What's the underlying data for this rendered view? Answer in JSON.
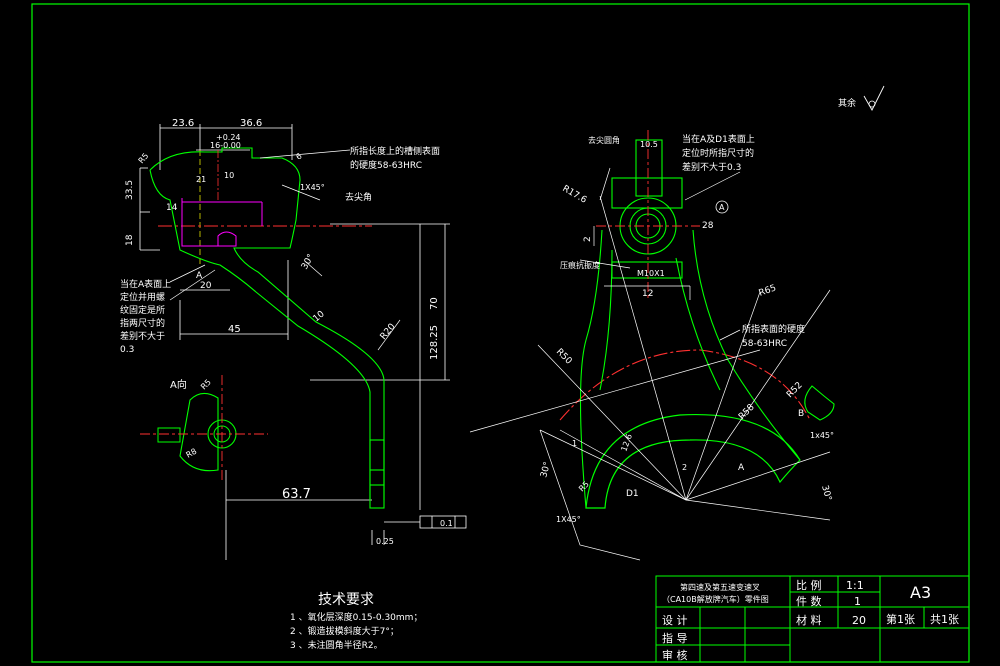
{
  "title_block": {
    "part_title_line1": "第四速及第五速变速叉",
    "part_title_line2": "（CA10B解放牌汽车）零件图",
    "ratio_label": "比 例",
    "ratio_value": "1:1",
    "count_label": "件 数",
    "count_value": "1",
    "material_label": "材 料",
    "material_value": "20",
    "sheet_size": "A3",
    "sheet_no": "第1张",
    "sheet_total": "共1张",
    "design_label": "设 计",
    "guide_label": "指 导",
    "review_label": "审 核"
  },
  "tech_requirements": {
    "heading": "技术要求",
    "items": [
      "1 、氧化层深度0.15-0.30mm；",
      "2 、锻造拔模斜度大于7°；",
      "3 、未注圆角半径R2。"
    ]
  },
  "surface_note": "其余",
  "left_view": {
    "dims": {
      "d236": "23.6",
      "d366": "36.6",
      "tol_upper": "+0.24",
      "tol_base": "16-0.00",
      "d10": "10",
      "d21": "21",
      "d335": "33.5",
      "d18": "18",
      "d20": "20",
      "d45": "45",
      "d70": "70",
      "d12825": "128.25",
      "d637": "63.7",
      "d14": "14",
      "r20": "R20",
      "r5": "R5",
      "d10b": "10",
      "d6": "6",
      "a_mark": "A",
      "d025": "0.25",
      "a30": "30°",
      "flat_tol": "0.1"
    },
    "notes": {
      "hardness": "所指长度上的槽侧表面",
      "hardness2": "的硬度58-63HRC",
      "chamfer": "1X45°",
      "chamfer2": "去尖角",
      "a_surface_1": "当在A表面上",
      "a_surface_2": "定位并用螺",
      "a_surface_3": "纹固定是所",
      "a_surface_4": "指两尺寸的",
      "a_surface_5": "差别不大于",
      "a_surface_6": "0.3"
    },
    "a_view_label": "A向",
    "a_view_r5": "R5",
    "a_view_r8": "R8"
  },
  "right_view": {
    "notes": {
      "top_label": "去尖圆角",
      "ad1_1": "当在A及D1表面上",
      "ad1_2": "定位时所指尺寸的",
      "ad1_3": "差别不大于0.3",
      "surface_label": "压痕抗振度",
      "thread": "M10X1",
      "hardness_1": "所指表面的硬度",
      "hardness_2": "58-63HRC",
      "chamfer": "1x45°"
    },
    "dims": {
      "r17": "R17.6",
      "d28": "28",
      "d105": "10.5",
      "d2": "2",
      "d12": "12",
      "r65": "R65",
      "r50": "R50",
      "r58": "R58",
      "r52": "R52",
      "a30l": "30°",
      "a30r": "30°",
      "d1": "D1",
      "r5": "R5",
      "d1b": "1",
      "d126": "12.6",
      "b_label": "B",
      "a_label": "A",
      "c_label": "2"
    },
    "chamfer_left": "1X45°"
  }
}
